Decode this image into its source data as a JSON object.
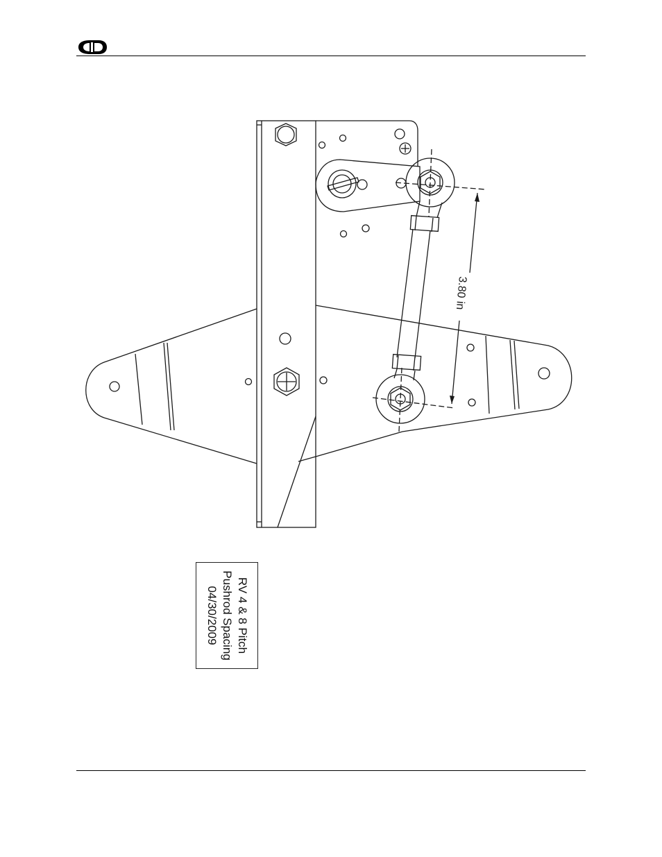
{
  "header": {
    "logo": "dynon-logo-icon"
  },
  "diagram": {
    "dimension_text": "3.80 in",
    "label_lines": [
      "RV 4 & 8 Pitch",
      "Pushrod Spacing",
      "04/30/2009"
    ]
  },
  "colors": {
    "line": "#1a1a1a",
    "background": "#ffffff"
  }
}
